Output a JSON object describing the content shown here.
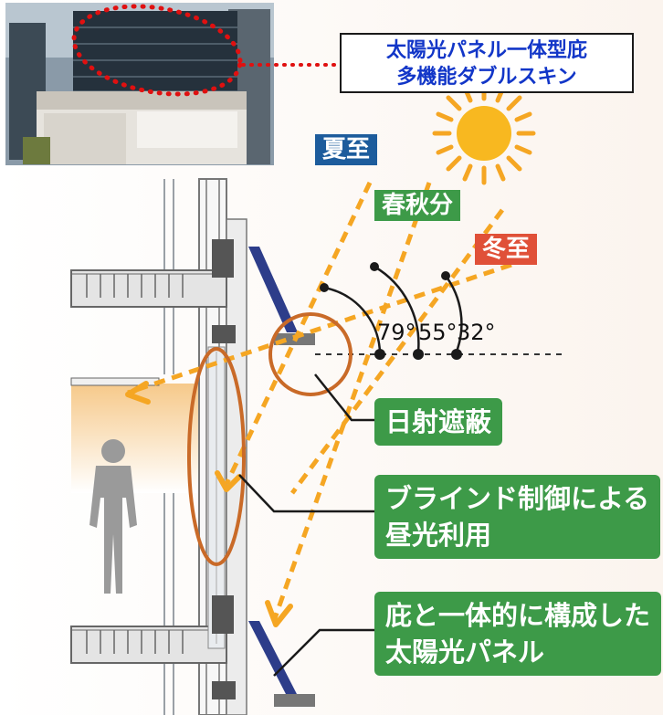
{
  "title_box": {
    "line1": "太陽光パネル一体型庇",
    "line2": "多機能ダブルスキン"
  },
  "building_sign": "",
  "seasons": [
    {
      "label": "夏至",
      "color": "#1d5c9c"
    },
    {
      "label": "春秋分",
      "color": "#3d9a48"
    },
    {
      "label": "冬至",
      "color": "#e05038"
    }
  ],
  "angles": [
    "79°",
    "55°",
    "32°"
  ],
  "callouts": [
    {
      "lines": [
        "日射遮蔽"
      ]
    },
    {
      "lines": [
        "ブラインド制御による",
        "昼光利用"
      ]
    },
    {
      "lines": [
        "庇と一体的に構成した",
        "太陽光パネル"
      ]
    }
  ],
  "colors": {
    "callout_bg": "#3d9a48",
    "sun_ray": "#f5a623",
    "sun_core": "#f8b820",
    "highlight_ellipse": "#c96a28",
    "dotted_outline": "#e01010",
    "title_text": "#1236c8"
  }
}
